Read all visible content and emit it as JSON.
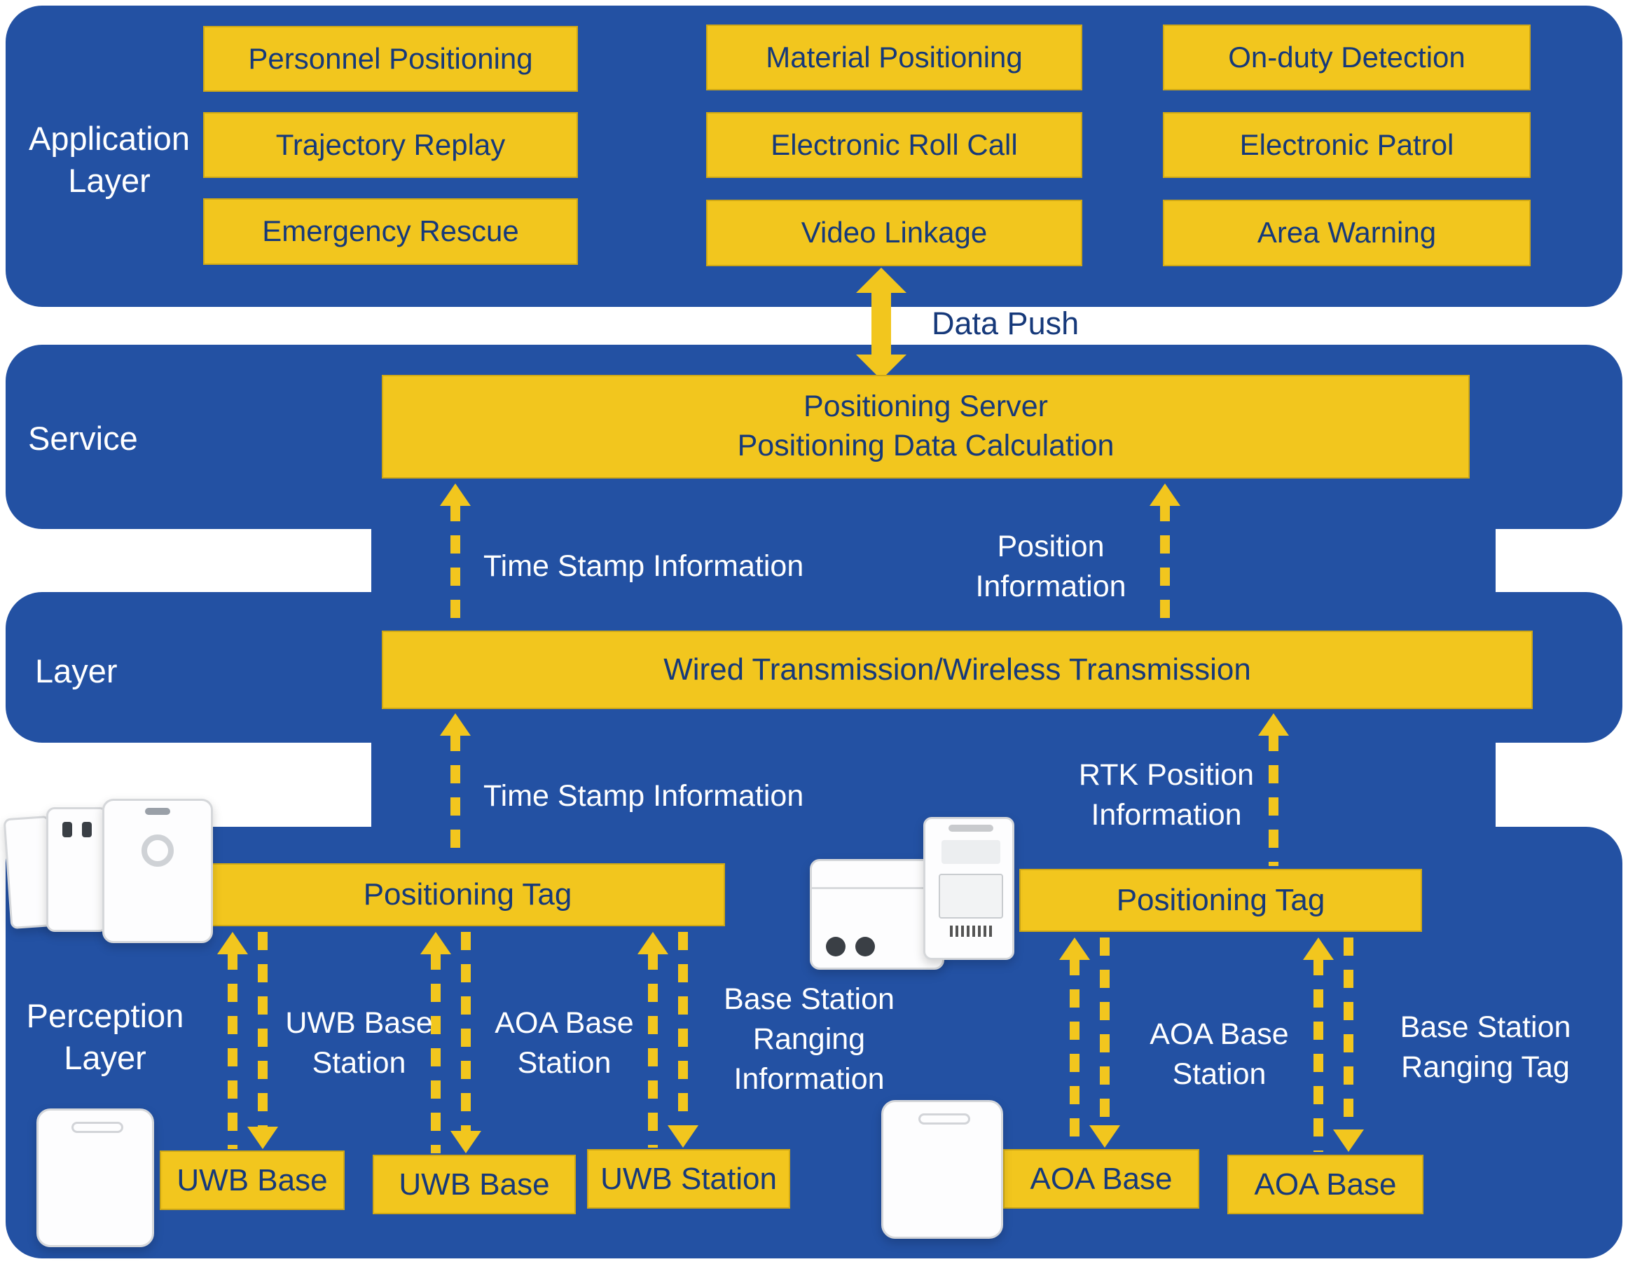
{
  "colors": {
    "blue": "#2351a3",
    "yellow": "#f2c61e",
    "navy": "#16397a",
    "white": "#ffffff"
  },
  "layer_labels": {
    "application": "Application\nLayer",
    "service": "Service",
    "layer": "Layer",
    "perception": "Perception\nLayer"
  },
  "application": {
    "col1": [
      "Personnel Positioning",
      "Trajectory Replay",
      "Emergency Rescue"
    ],
    "col2": [
      "Material Positioning",
      "Electronic Roll Call",
      "Video Linkage"
    ],
    "col3": [
      "On-duty Detection",
      "Electronic Patrol",
      "Area Warning"
    ]
  },
  "service": {
    "data_push": "Data Push",
    "positioning_server": "Positioning Server\nPositioning Data Calculation",
    "time_stamp_upper": "Time Stamp Information",
    "position_information": "Position\nInformation",
    "transmission": "Wired Transmission/Wireless Transmission"
  },
  "perception": {
    "time_stamp_lower": "Time Stamp Information",
    "rtk_position": "RTK Position\nInformation",
    "positioning_tag_left": "Positioning Tag",
    "positioning_tag_right": "Positioning Tag",
    "uwb_base_station_label": "UWB Base\nStation",
    "aoa_base_station_label_left": "AOA Base\nStation",
    "base_station_ranging_information": "Base Station\nRanging\nInformation",
    "aoa_base_station_label_right": "AOA Base\nStation",
    "base_station_ranging_tag": "Base Station\nRanging Tag",
    "base_boxes": [
      "UWB Base",
      "UWB Base",
      "UWB Station",
      "AOA Base",
      "AOA Base"
    ]
  }
}
